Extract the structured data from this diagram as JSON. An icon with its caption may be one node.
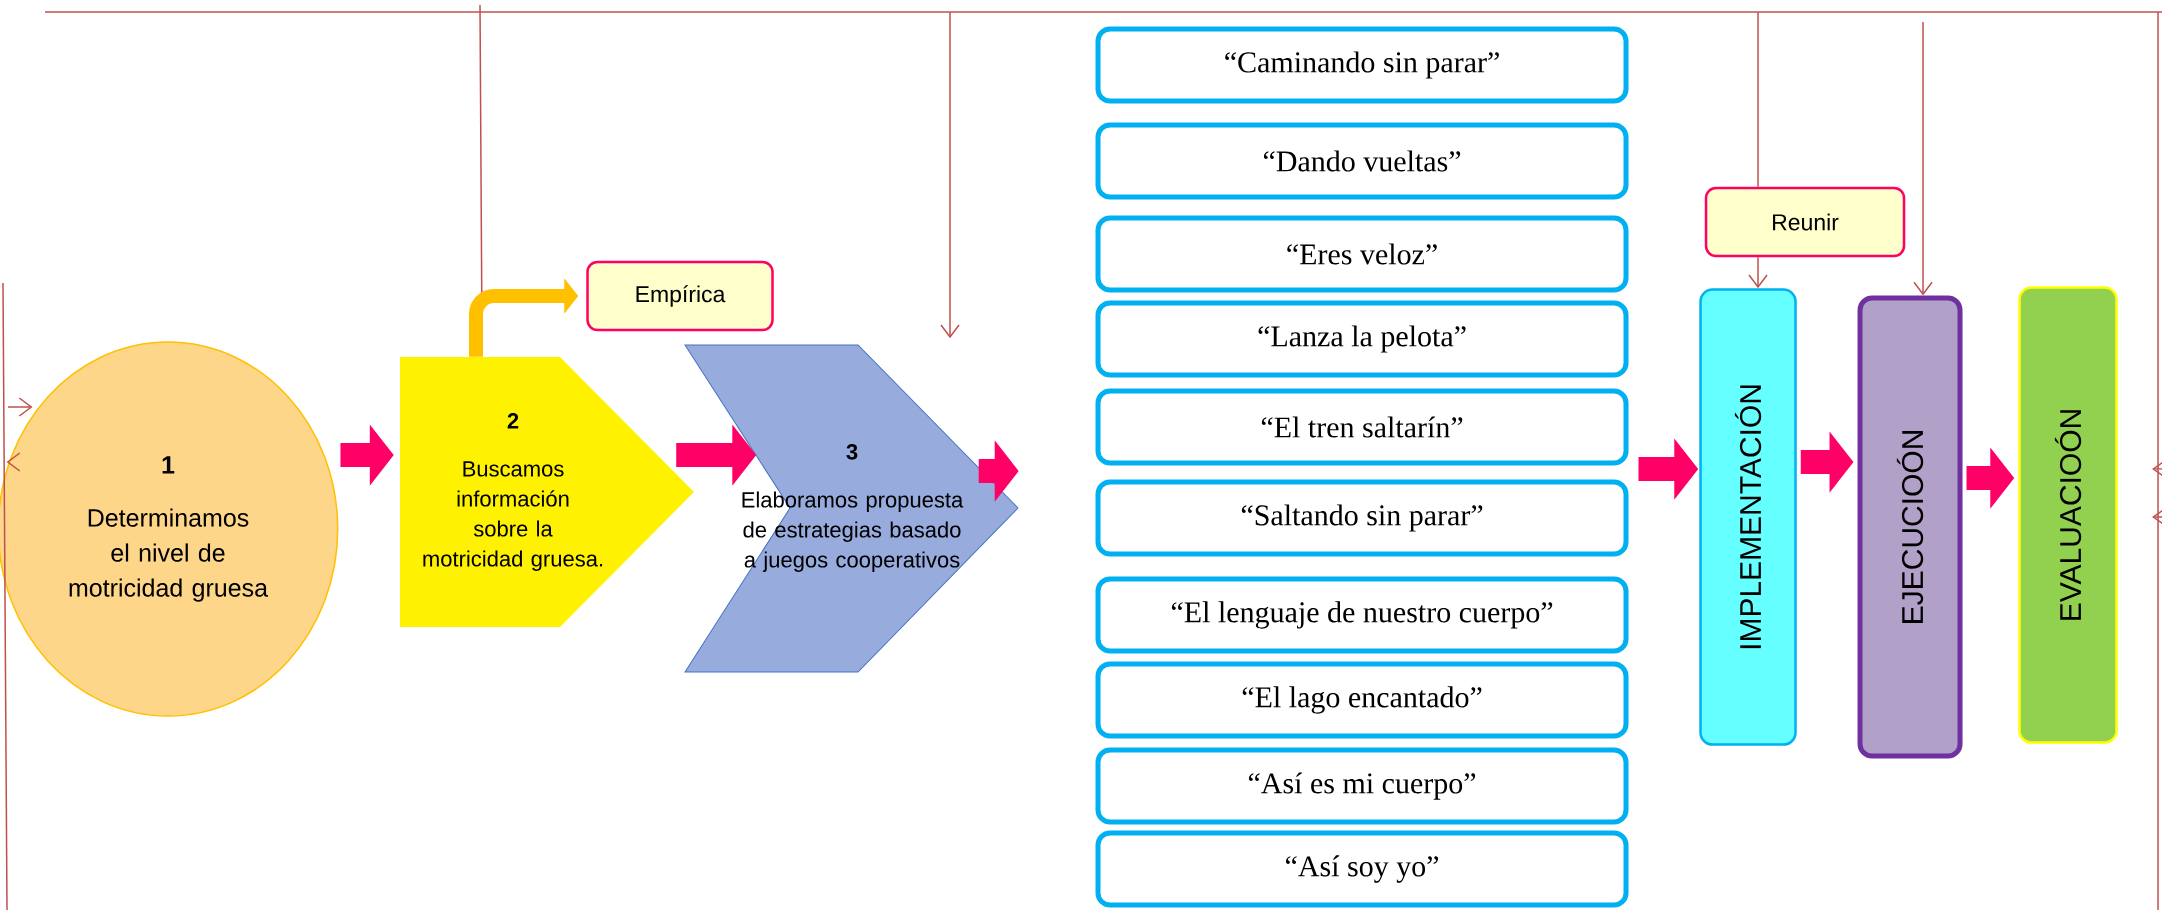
{
  "diagram": {
    "nodes": [
      {
        "text": [
          "1",
          "Determinamos el nivel de motricidad gruesa"
        ]
      },
      {
        "text": [
          "2",
          "Buscamos información sobre la motricidad gruesa."
        ]
      },
      {
        "text": [
          "Empírica"
        ]
      },
      {
        "text": [
          "3",
          "Elaboramos propuesta de estrategias basado a juegos cooperativos"
        ]
      },
      {
        "text": [
          "“Caminando sin parar”"
        ]
      },
      {
        "text": [
          "“Dando vueltas”"
        ]
      },
      {
        "text": [
          "“Eres veloz”"
        ]
      },
      {
        "text": [
          "“Lanza la pelota”"
        ]
      },
      {
        "text": [
          "“El tren saltarín”"
        ]
      },
      {
        "text": [
          "“Saltando sin parar”"
        ]
      },
      {
        "text": [
          "“El lenguaje de nuestro cuerpo”"
        ]
      },
      {
        "text": [
          "“El lago encantado”"
        ]
      },
      {
        "text": [
          "“Así es mi cuerpo”"
        ]
      },
      {
        "text": [
          "“Así soy yo”"
        ]
      },
      {
        "text": [
          "Reunir"
        ]
      },
      {
        "text": [
          "IMPLEMENTACIÓN"
        ]
      },
      {
        "text": [
          "EJECUCIOÓN"
        ]
      },
      {
        "text": [
          "EVALUACIOÓN"
        ]
      }
    ],
    "edges": [
      {
        "from": 0,
        "to": 1,
        "arrow": "to"
      },
      {
        "from": 1,
        "to": 3,
        "arrow": "to"
      },
      {
        "from": 1,
        "to": 2,
        "arrow": "to",
        "color": "#ffc000"
      },
      {
        "from": 3,
        "to": null,
        "arrow": "to"
      },
      {
        "from": 8,
        "to": 15,
        "arrow": "to"
      },
      {
        "from": 15,
        "to": 16,
        "arrow": "to"
      },
      {
        "from": 16,
        "to": 17,
        "arrow": "to"
      },
      {
        "from": null,
        "to": 0,
        "arrow": "to",
        "color": "#c0504d"
      },
      {
        "from": null,
        "to": 0,
        "arrow": "to",
        "color": "#c0504d"
      },
      {
        "from": null,
        "to": 3,
        "arrow": "to",
        "color": "#c0504d"
      },
      {
        "from": null,
        "to": 14,
        "arrow": "none",
        "color": "#c0504d"
      },
      {
        "from": 14,
        "to": 15,
        "arrow": "to",
        "color": "#c0504d"
      },
      {
        "from": null,
        "to": 16,
        "arrow": "to",
        "color": "#c0504d"
      }
    ]
  }
}
